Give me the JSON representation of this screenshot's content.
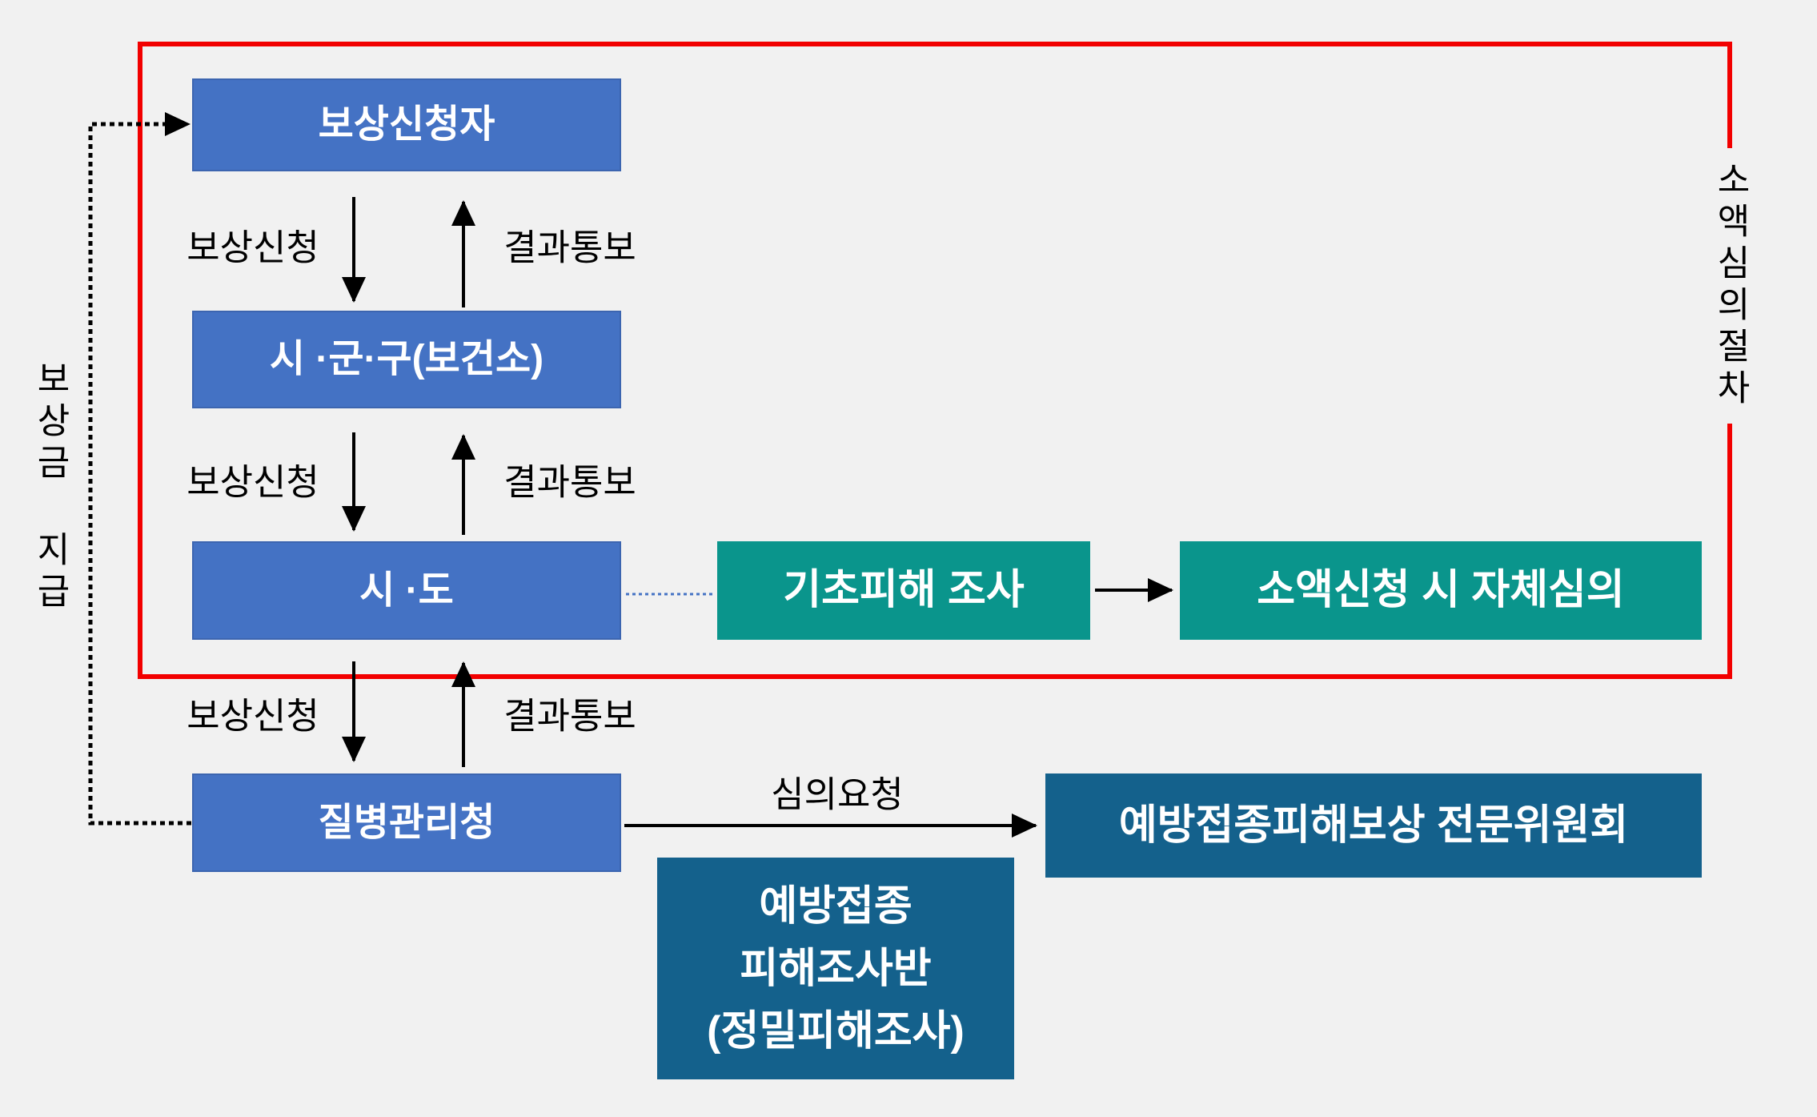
{
  "colors": {
    "background": "#f1f1f1",
    "process_blue": "#4472c4",
    "review_teal": "#0a958c",
    "committee_dark_blue": "#14618c",
    "frame_red": "#f20000",
    "connector_black": "#000000",
    "dotted_link_blue": "#4472c4"
  },
  "frame": {
    "label": "소액심의절차"
  },
  "payment_flow": {
    "label": "보상금 지급"
  },
  "boxes": {
    "applicant": "보상신청자",
    "si_gun_gu": "시 ·군·구(보건소)",
    "si_do": "시 ·도",
    "kdca": "질병관리청",
    "basic_damage_survey": "기초피해 조사",
    "small_claim_self_review": "소액신청 시 자체심의",
    "compensation_committee": "예방접종피해보상 전문위원회",
    "damage_investigation_team": {
      "line1": "예방접종",
      "line2": "피해조사반",
      "line3": "(정밀피해조사)"
    }
  },
  "arrows": {
    "apply_1": "보상신청",
    "result_1": "결과통보",
    "apply_2": "보상신청",
    "result_2": "결과통보",
    "apply_3": "보상신청",
    "result_3": "결과통보",
    "review_request": "심의요청"
  }
}
